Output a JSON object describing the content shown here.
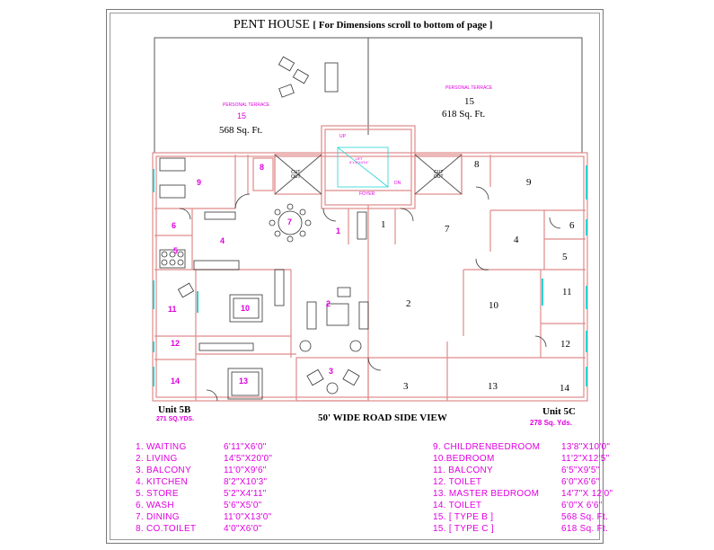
{
  "title": {
    "main": "PENT HOUSE",
    "sub": "[ For Dimensions scroll to bottom of page ]"
  },
  "terraces": {
    "left": {
      "caption": "PERSONAL TERRACE",
      "number": "15",
      "area": "568 Sq. Ft."
    },
    "right": {
      "caption": "PERSONAL TERRACE",
      "number": "15",
      "area": "618 Sq. Ft."
    }
  },
  "core": {
    "up": "UP",
    "dn": "DN",
    "lift": "LIFT\n5'1.5\"X4'10\"",
    "foyer": "FOYER",
    "cutout_left": "CUT\nOUT",
    "cutout_right": "CUT\nOUT"
  },
  "room_numbers_left": {
    "r9": "9",
    "r8": "8",
    "r7": "7",
    "r6": "6",
    "r5": "5",
    "r4": "4",
    "r1": "1",
    "r11": "11",
    "r10": "10",
    "r2": "2",
    "r12": "12",
    "r14": "14",
    "r13": "13",
    "r3": "3"
  },
  "room_numbers_right": {
    "r1": "1",
    "r7": "7",
    "r8": "8",
    "r9": "9",
    "r6": "6",
    "r4": "4",
    "r5": "5",
    "r2": "2",
    "r10": "10",
    "r11": "11",
    "r12": "12",
    "r3": "3",
    "r13": "13",
    "r14": "14"
  },
  "units": {
    "left": {
      "name": "Unit 5B",
      "area": "271 SQ.YDS."
    },
    "right": {
      "name": "Unit 5C",
      "area": "278 Sq. Yds."
    }
  },
  "road_label": "50' WIDE ROAD SIDE VIEW",
  "legend_left": [
    {
      "label": "1. WAITING",
      "dim": "6'11\"X6'0\""
    },
    {
      "label": "2. LIVING",
      "dim": "14'5\"X20'0\""
    },
    {
      "label": "3. BALCONY",
      "dim": "11'0\"X9'6\""
    },
    {
      "label": "4. KITCHEN",
      "dim": "8'2\"X10'3\""
    },
    {
      "label": "5. STORE",
      "dim": "5'2\"X4'11\""
    },
    {
      "label": "6. WASH",
      "dim": "5'6\"X5'0\""
    },
    {
      "label": "7. DINING",
      "dim": "11'0\"X13'0\""
    },
    {
      "label": "8. CO.TOILET",
      "dim": "4'0\"X6'0\""
    }
  ],
  "legend_right": [
    {
      "label": "9. CHILDRENBEDROOM",
      "dim": "13'8\"X10'0\""
    },
    {
      "label": "10.BEDROOM",
      "dim": "11'2\"X12'5\""
    },
    {
      "label": "11. BALCONY",
      "dim": "6'5\"X9'5\""
    },
    {
      "label": "12. TOILET",
      "dim": "6'0\"X6'6\""
    },
    {
      "label": "13. MASTER BEDROOM",
      "dim": "14'7\"X 12'0\""
    },
    {
      "label": "14. TOILET",
      "dim": "6'0\"X 6'6\""
    },
    {
      "label": "15. [ TYPE B ]",
      "dim": "568 Sq. Ft."
    },
    {
      "label": "15. [ TYPE C ]",
      "dim": "618 Sq. Ft."
    }
  ],
  "colors": {
    "wall": "#e08a8a",
    "outline": "#555555",
    "label_magenta": "#e000e0",
    "window": "#27d3d3",
    "furniture": "#333333"
  }
}
